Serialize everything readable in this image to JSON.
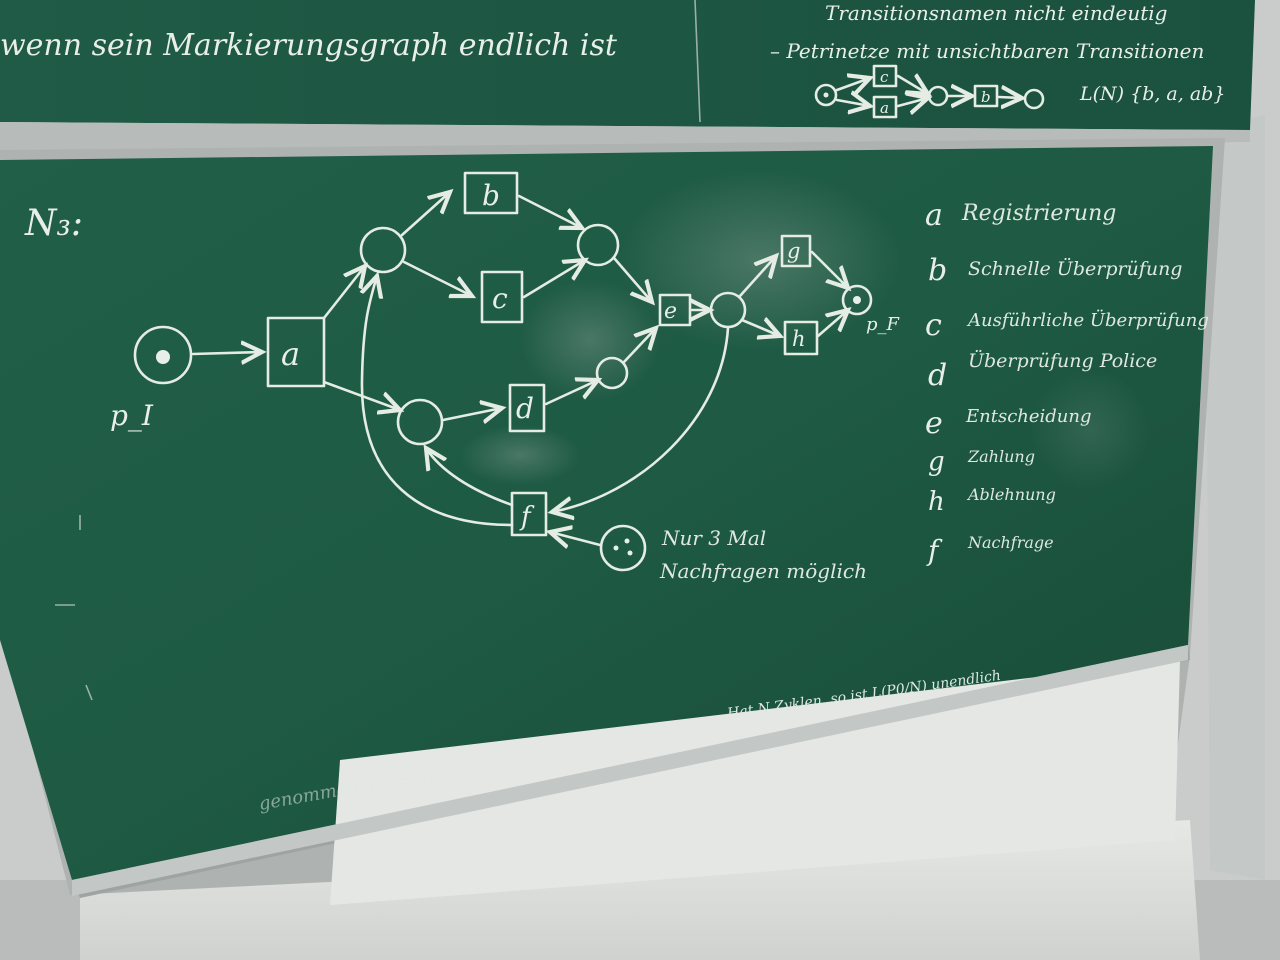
{
  "top_board": {
    "line_left": "wenn sein Markierungsgraph endlich ist",
    "line_right_1": "Transitionsnamen nicht eindeutig",
    "line_right_2": "– Petrinetze mit unsichtbaren Transitionen",
    "language_formula": "L(N) {b, a, ab}",
    "mini_labels": [
      "c",
      "a",
      "b"
    ]
  },
  "main_board": {
    "net_name": "N₃:",
    "initial_place": "p_I",
    "final_place": "p_F",
    "transitions": [
      "a",
      "b",
      "c",
      "d",
      "e",
      "g",
      "h",
      "f"
    ],
    "legend": [
      {
        "key": "a",
        "text": "Registrierung"
      },
      {
        "key": "b",
        "text": "Schnelle Überprüfung"
      },
      {
        "key": "c",
        "text": "Ausführliche Überprüfung"
      },
      {
        "key": "d",
        "text": "Überprüfung Police"
      },
      {
        "key": "e",
        "text": "Entscheidung"
      },
      {
        "key": "g",
        "text": "Zahlung"
      },
      {
        "key": "h",
        "text": "Ablehnung"
      },
      {
        "key": "f",
        "text": "Nachfrage"
      }
    ],
    "note": "Nur 3 Mal Nachfragen möglich",
    "note_line1": "Nur 3 Mal",
    "note_line2": "Nachfragen möglich",
    "bottom_note": "Hat N Zyklen, so ist L(P0/N) unendlich",
    "faint_note": "genommen gelesen"
  },
  "colors": {
    "board": "#1f5a45",
    "board_dark": "#184b39",
    "chalk": "#e8efe8",
    "frame": "#b9bebc",
    "wall": "#d9dbd8"
  }
}
